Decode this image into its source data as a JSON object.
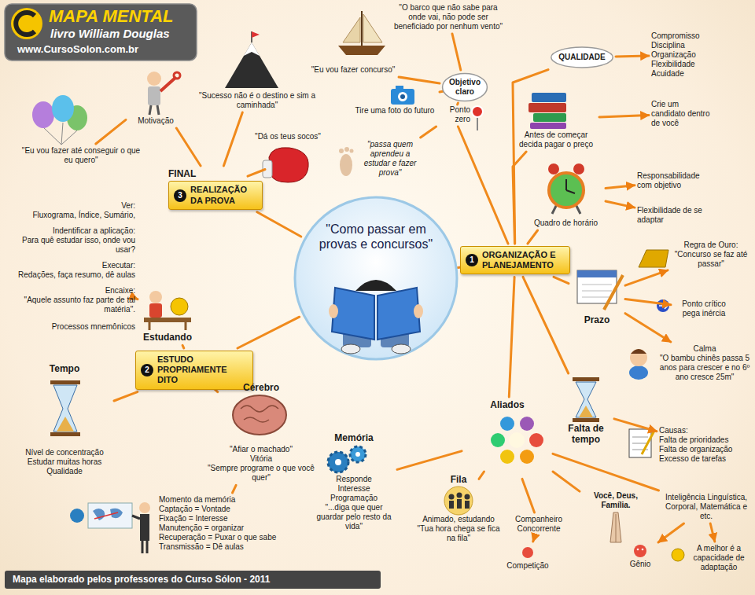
{
  "diagram": {
    "title": "MAPA MENTAL",
    "caption": "Mapa elaborado pelos professores do Curso Sólon - 2011",
    "labels": [
      "livro William Douglas",
      "www.CursoSolon.com.br"
    ],
    "nodes": [
      {
        "text": [
          "\"Como passar em provas e concursos\""
        ]
      },
      {
        "text": [
          "1",
          "ORGANIZAÇÃO E PLANEJAMENTO"
        ]
      },
      {
        "text": [
          "2",
          "ESTUDO PROPRIAMENTE DITO"
        ]
      },
      {
        "text": [
          "FINAL",
          "3",
          "REALIZAÇÃO DA PROVA"
        ]
      },
      {
        "text": [
          "Ponto zero"
        ]
      },
      {
        "text": [
          "Objetivo claro"
        ]
      },
      {
        "text": [
          "\"Eu vou fazer concurso\""
        ]
      },
      {
        "text": [
          "\"O barco que não sabe para onde vai, não pode ser beneficiado por nenhum vento\""
        ]
      },
      {
        "text": [
          "Tire uma foto do futuro"
        ]
      },
      {
        "text": [
          "\"passa quem aprendeu a estudar e fazer prova\""
        ]
      },
      {
        "text": [
          "QUALIDADE"
        ]
      },
      {
        "text": [
          "Compromisso",
          "Disciplina",
          "Organização",
          "Flexibilidade",
          "Acuidade"
        ]
      },
      {
        "text": [
          "Antes de começar decida pagar o preço"
        ]
      },
      {
        "text": [
          "Crie um candidato dentro de você"
        ]
      },
      {
        "text": [
          "Quadro de horário"
        ]
      },
      {
        "text": [
          "Responsabilidade com objetivo"
        ]
      },
      {
        "text": [
          "Flexibilidade de se adaptar"
        ]
      },
      {
        "text": [
          "Prazo"
        ]
      },
      {
        "text": [
          "Regra de Ouro:",
          "\"Concurso se faz até passar\""
        ]
      },
      {
        "text": [
          "Ponto crítico pega inércia"
        ]
      },
      {
        "text": [
          "Calma",
          "\"O bambu chinês passa 5 anos para crescer e no 6º ano cresce 25m\""
        ]
      },
      {
        "text": [
          "Falta de tempo"
        ]
      },
      {
        "text": [
          "Causas:",
          "Falta de prioridades",
          "Falta de organização",
          "Excesso de tarefas"
        ]
      },
      {
        "text": [
          "Aliados"
        ]
      },
      {
        "text": [
          "Memória",
          "Responde",
          "Interesse",
          "Programação",
          "\"...diga que quer guardar pelo resto da vida\""
        ]
      },
      {
        "text": [
          "Fila",
          "Animado, estudando",
          "\"Tua hora chega se fica na fila\""
        ]
      },
      {
        "text": [
          "Companheiro Concorrente"
        ]
      },
      {
        "text": [
          "Competição"
        ]
      },
      {
        "text": [
          "Você, Deus, Família."
        ]
      },
      {
        "text": [
          "Inteligência Linguística, Corporal, Matemática e etc."
        ]
      },
      {
        "text": [
          "Gênio"
        ]
      },
      {
        "text": [
          "A melhor é a capacidade de adaptação"
        ]
      },
      {
        "text": [
          "Estudando"
        ]
      },
      {
        "text": [
          "Ver:",
          "Fluxograma, Índice, Sumário,",
          "Indentificar a aplicação:",
          "Para quê estudar isso, onde vou usar?",
          "Executar:",
          "Redações, faça resumo, dê aulas",
          "Encaixe:",
          "\"Aquele assunto faz parte de tal matéria\".",
          "Processos mnemônicos"
        ]
      },
      {
        "text": [
          "Tempo",
          "Nível de concentração",
          "Estudar muitas horas",
          "Qualidade"
        ]
      },
      {
        "text": [
          "Cérebro",
          "\"Afiar o machado\"",
          "Vitória",
          "\"Sempre programe o que você quer\""
        ]
      },
      {
        "text": [
          "Momento da memória",
          "Captação = Vontade",
          "Fixação = Interesse",
          "Manutenção = organizar",
          "Recuperação = Puxar o que sabe",
          "Transmissão = Dê aulas"
        ]
      },
      {
        "text": [
          "Motivação"
        ]
      },
      {
        "text": [
          "\"Eu vou fazer até conseguir o que eu quero\""
        ]
      },
      {
        "text": [
          "\"Sucesso não é o destino e sim a caminhada\""
        ]
      },
      {
        "text": [
          "\"Dá os teus socos\""
        ]
      }
    ],
    "edges": [
      {
        "from": 0,
        "to": 1,
        "arrow": "none"
      },
      {
        "from": 0,
        "to": 2,
        "arrow": "none"
      },
      {
        "from": 0,
        "to": 3,
        "arrow": "none"
      },
      {
        "from": 1,
        "to": 4,
        "arrow": "none"
      },
      {
        "from": 4,
        "to": 5,
        "arrow": "none"
      },
      {
        "from": 5,
        "to": 6,
        "arrow": "none"
      },
      {
        "from": 5,
        "to": 7,
        "arrow": "none"
      },
      {
        "from": 5,
        "to": 8,
        "arrow": "none"
      },
      {
        "from": 4,
        "to": 9,
        "arrow": "none"
      },
      {
        "from": 1,
        "to": 10,
        "arrow": "none"
      },
      {
        "from": 10,
        "to": 11,
        "arrow": "to"
      },
      {
        "from": 1,
        "to": 12,
        "arrow": "none"
      },
      {
        "from": 12,
        "to": 13,
        "arrow": "to"
      },
      {
        "from": 1,
        "to": 14,
        "arrow": "none"
      },
      {
        "from": 14,
        "to": 15,
        "arrow": "to"
      },
      {
        "from": 14,
        "to": 16,
        "arrow": "to"
      },
      {
        "from": 1,
        "to": 17,
        "arrow": "none"
      },
      {
        "from": 17,
        "to": 18,
        "arrow": "to"
      },
      {
        "from": 17,
        "to": 19,
        "arrow": "to"
      },
      {
        "from": 17,
        "to": 20,
        "arrow": "to"
      },
      {
        "from": 1,
        "to": 21,
        "arrow": "none"
      },
      {
        "from": 21,
        "to": 22,
        "arrow": "to"
      },
      {
        "from": 1,
        "to": 23,
        "arrow": "none"
      },
      {
        "from": 23,
        "to": 24,
        "arrow": "none"
      },
      {
        "from": 23,
        "to": 25,
        "arrow": "none"
      },
      {
        "from": 23,
        "to": 26,
        "arrow": "none"
      },
      {
        "from": 23,
        "to": 28,
        "arrow": "none"
      },
      {
        "from": 23,
        "to": 29,
        "arrow": "none"
      },
      {
        "from": 26,
        "to": 27,
        "arrow": "to"
      },
      {
        "from": 29,
        "to": 30,
        "arrow": "to"
      },
      {
        "from": 29,
        "to": 31,
        "arrow": "to"
      },
      {
        "from": 2,
        "to": 32,
        "arrow": "none"
      },
      {
        "from": 32,
        "to": 33,
        "arrow": "to"
      },
      {
        "from": 2,
        "to": 34,
        "arrow": "none"
      },
      {
        "from": 2,
        "to": 35,
        "arrow": "none"
      },
      {
        "from": 35,
        "to": 36,
        "arrow": "none"
      },
      {
        "from": 3,
        "to": 37,
        "arrow": "none"
      },
      {
        "from": 37,
        "to": 38,
        "arrow": "none"
      },
      {
        "from": 3,
        "to": 39,
        "arrow": "none"
      },
      {
        "from": 3,
        "to": 40,
        "arrow": "none"
      }
    ]
  }
}
